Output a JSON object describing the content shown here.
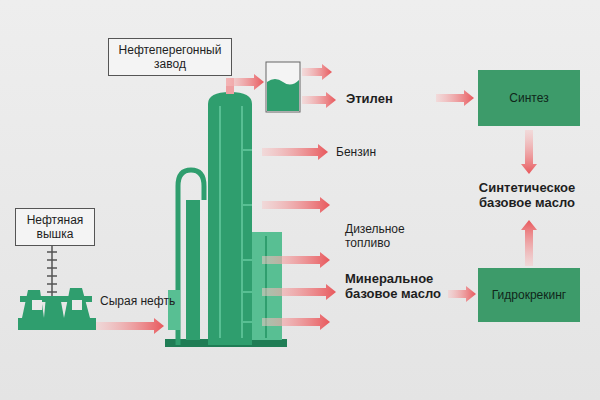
{
  "diagram": {
    "nodes": [
      {
        "text": [
          "Нефтеперегонный завод"
        ]
      },
      {
        "text": [
          "Нефтяная вышка"
        ]
      },
      {
        "text": [
          "Синтез"
        ]
      },
      {
        "text": [
          "Гидрокрекинг"
        ]
      }
    ],
    "labels": [
      "Этилен",
      "Бензин",
      "Дизельное топливо",
      "Минеральное базовое масло",
      "Синтетическое базовое масло",
      "Сырая нефть"
    ]
  }
}
